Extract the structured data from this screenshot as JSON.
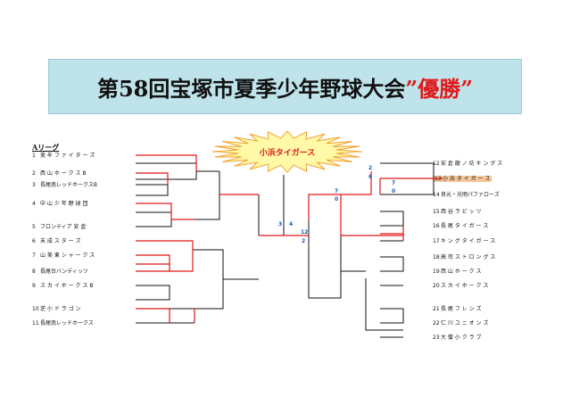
{
  "title": {
    "main": "第58回宝塚市夏季少年野球大会",
    "win": "”優勝”",
    "q_open": "”"
  },
  "league": "Aリーグ",
  "champion": "小浜タイガース",
  "left_teams": [
    {
      "num": "1",
      "name": "美 牟 フ ァ イ タ ー ズ"
    },
    {
      "num": "2",
      "name": "西 山 ホ ー ク ス B"
    },
    {
      "num": "3",
      "name": "長尾南レッドホークスB"
    },
    {
      "num": "4",
      "name": "中 山 少 年 野 球 団"
    },
    {
      "num": "5",
      "name": "フロンティア 安 倉"
    },
    {
      "num": "6",
      "name": "末 成 ス タ ー ズ"
    },
    {
      "num": "7",
      "name": "山 美 東 シ ャ ー ク ス"
    },
    {
      "num": "8",
      "name": "長尾台バンディッツ"
    },
    {
      "num": "9",
      "name": "ス カ イ ホ ー ク ス B"
    },
    {
      "num": "10",
      "name": "逆 小 ド ラ ゴ ン"
    },
    {
      "num": "11",
      "name": "長尾南レッドホークス"
    }
  ],
  "right_teams": [
    {
      "num": "12",
      "name": "安 倉 龍 ノ 坊 キ ン グ ス"
    },
    {
      "num": "13",
      "name": "小 浜 タ イ ガ ー ス"
    },
    {
      "num": "14",
      "name": "良元・光明パファローズ"
    },
    {
      "num": "15",
      "name": "西 谷 ラ ビ ッ ツ"
    },
    {
      "num": "16",
      "name": "長 尾 タ イ ガ ー ス"
    },
    {
      "num": "17",
      "name": "キ ン グ タ イ ガ ー ス"
    },
    {
      "num": "18",
      "name": "高 司 ス ト ロ ン グ ス"
    },
    {
      "num": "19",
      "name": "西 山 ホ ー ク ス"
    },
    {
      "num": "20",
      "name": "ス カ イ ホ ー ク ス"
    },
    {
      "num": "21",
      "name": "長 尾 フ レ ン ズ"
    },
    {
      "num": "22",
      "name": "仁 川 ユ ニ オ ン ズ"
    },
    {
      "num": "23",
      "name": "大 僧 小 ク ラ ブ"
    }
  ],
  "scores": {
    "s_2": "2",
    "s_6": "6",
    "s_7a": "7",
    "s_0a": "0",
    "s_7b": "7",
    "s_0b": "0",
    "s_3": "3",
    "s_4": "4",
    "s_12": "12",
    "s_2b": "2"
  },
  "colors": {
    "win_line": "#e01818",
    "line": "#111111",
    "banner": "#bfe3ea",
    "highlight": "#f7c79a",
    "score": "#1a5ab5"
  }
}
